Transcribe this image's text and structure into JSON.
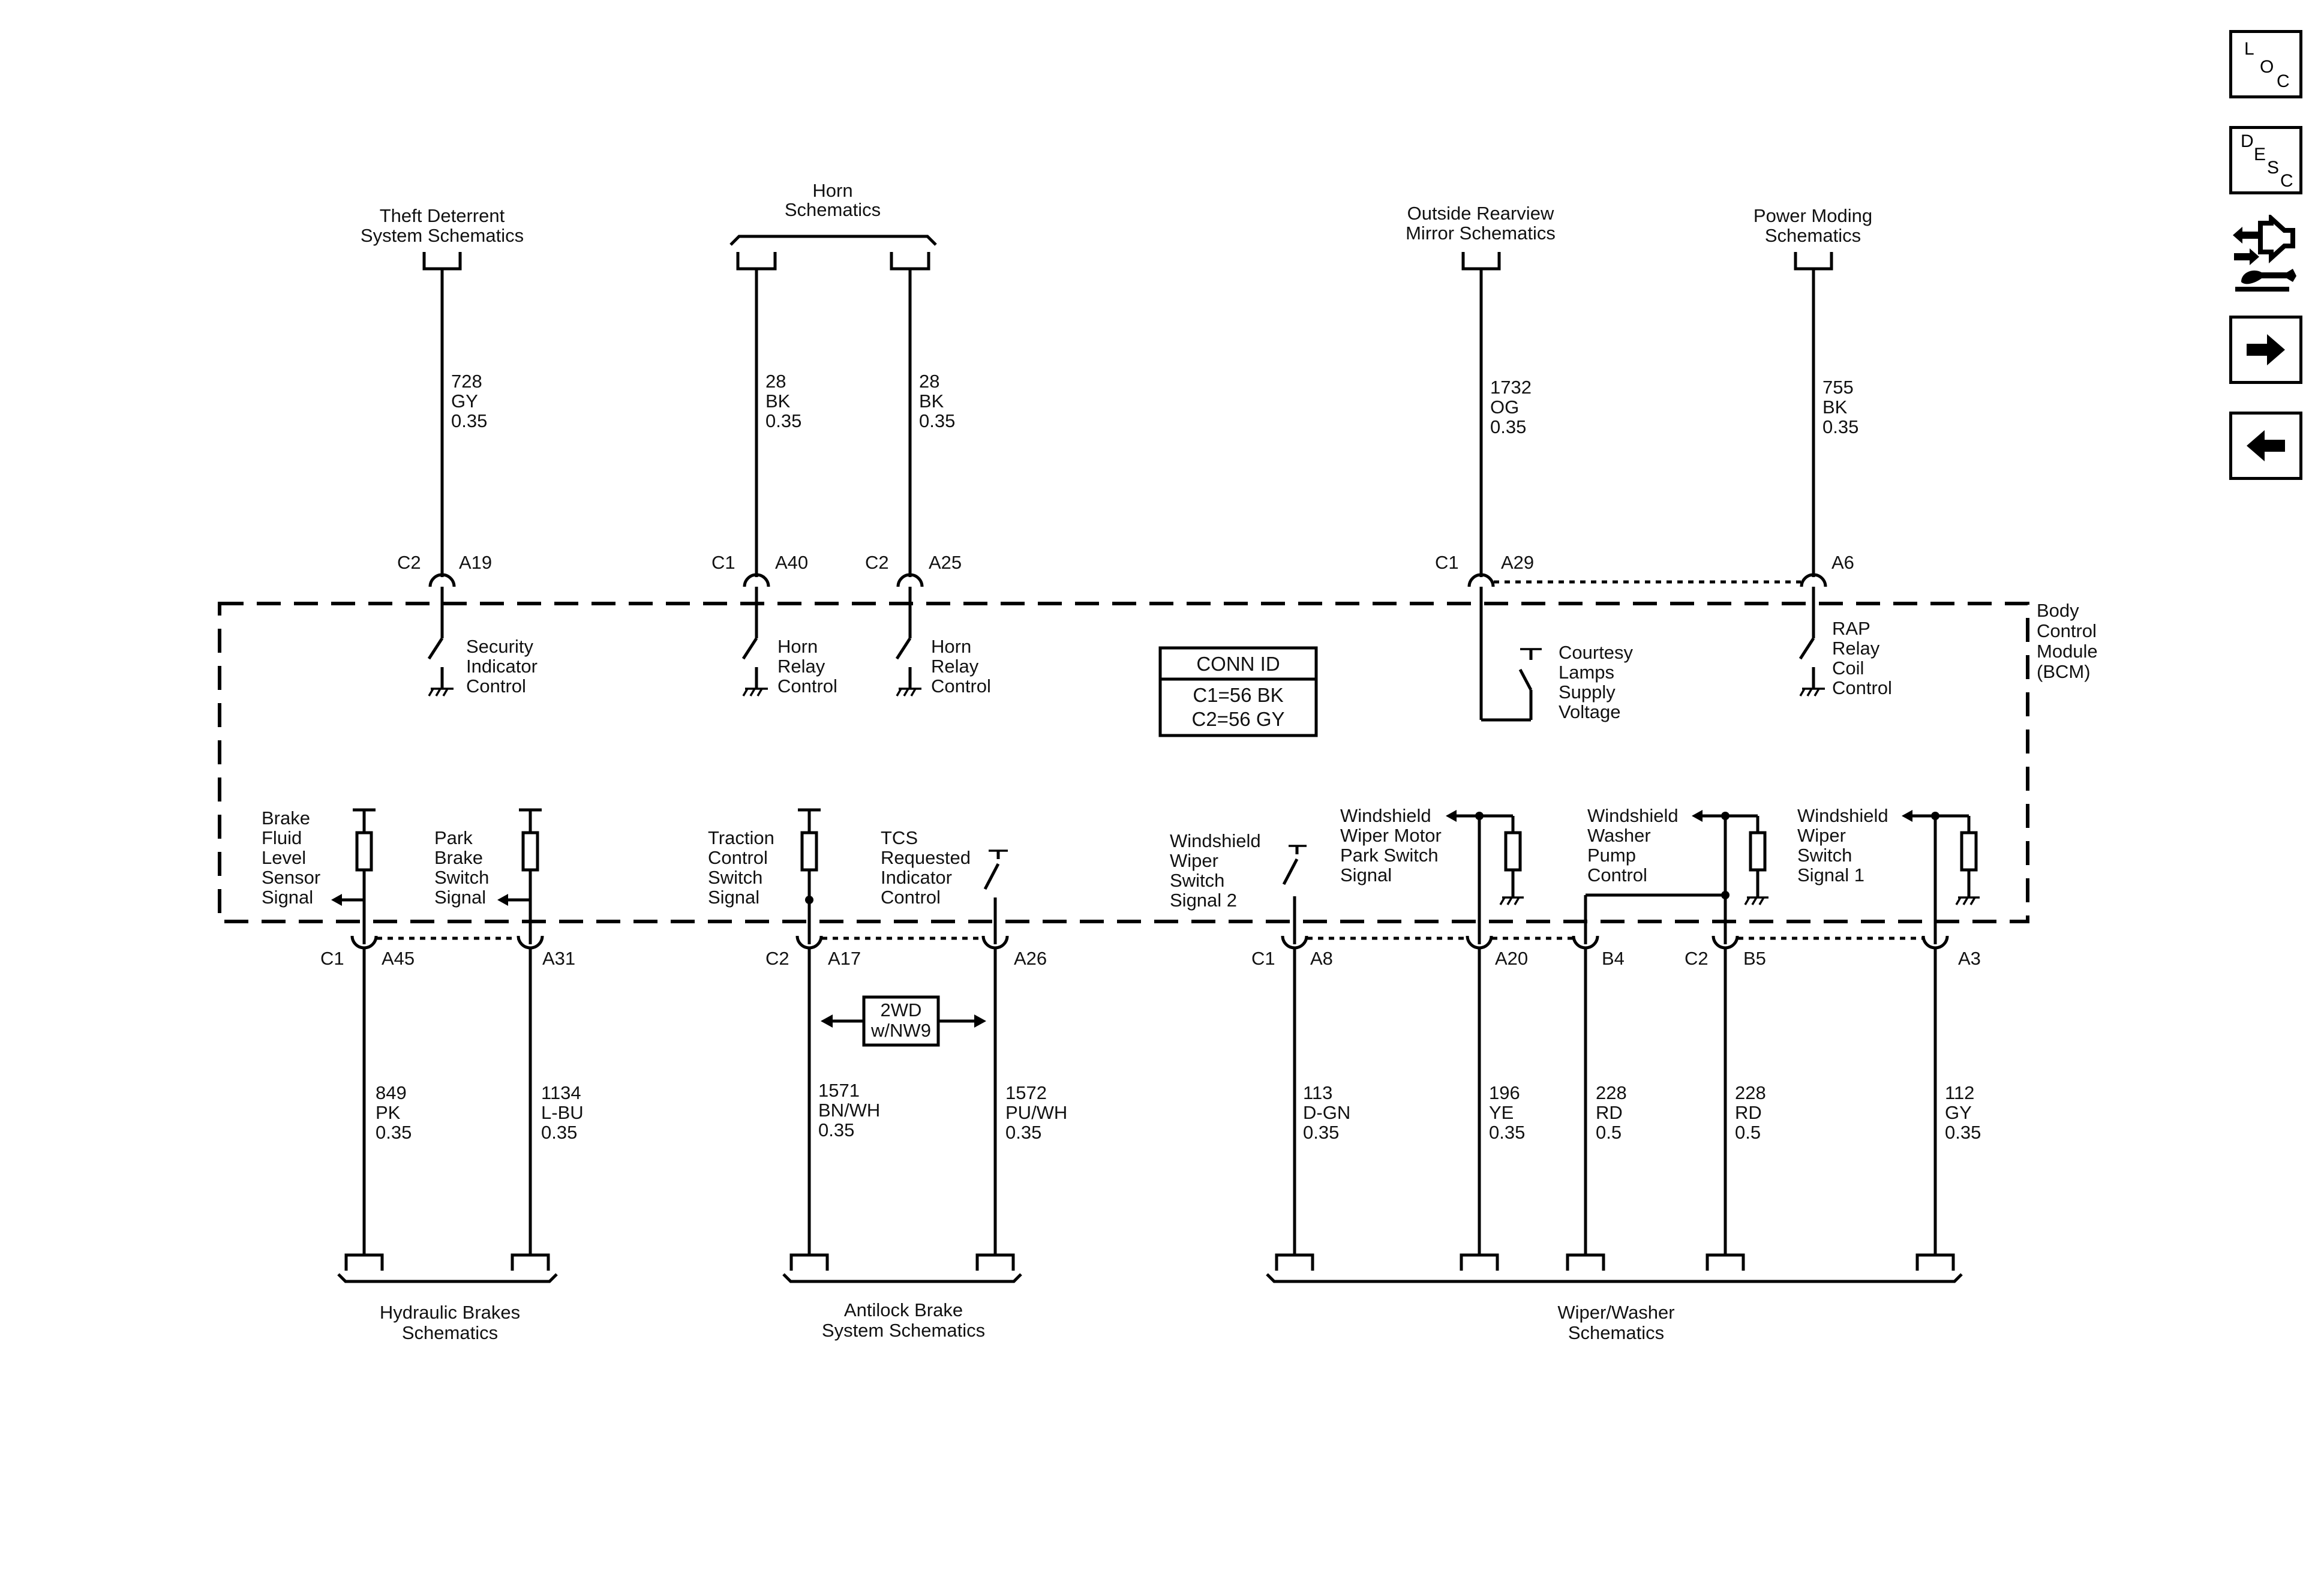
{
  "nav": {
    "loc": {
      "l1": "L",
      "l2": "O",
      "l3": "C"
    },
    "desc": {
      "l1": "D",
      "l2": "E",
      "l3": "S",
      "l4": "C"
    }
  },
  "module": {
    "line1": "Body",
    "line2": "Control",
    "line3": "Module",
    "line4": "(BCM)"
  },
  "conn_id": {
    "title": "CONN ID",
    "c1": "C1=56 BK",
    "c2": "C2=56 GY"
  },
  "option_box": {
    "line1": "2WD",
    "line2": "w/NW9"
  },
  "top_refs": [
    {
      "line1": "Theft Deterrent",
      "line2": "System Schematics"
    },
    {
      "line1": "Horn",
      "line2": "Schematics"
    },
    {
      "line1": "Outside Rearview",
      "line2": "Mirror Schematics"
    },
    {
      "line1": "Power Moding",
      "line2": "Schematics"
    }
  ],
  "bottom_refs": [
    {
      "line1": "Hydraulic Brakes",
      "line2": "Schematics"
    },
    {
      "line1": "Antilock Brake",
      "line2": "System Schematics"
    },
    {
      "line1": "Wiper/Washer",
      "line2": "Schematics"
    }
  ],
  "top_circuits": [
    {
      "id": "tc1",
      "num": "728",
      "color": "GY",
      "gauge": "0.35",
      "conn": "C2",
      "pin": "A19",
      "func": [
        "Security",
        "Indicator",
        "Control"
      ]
    },
    {
      "id": "tc2",
      "num": "28",
      "color": "BK",
      "gauge": "0.35",
      "conn": "C1",
      "pin": "A40",
      "func": [
        "Horn",
        "Relay",
        "Control"
      ]
    },
    {
      "id": "tc3",
      "num": "28",
      "color": "BK",
      "gauge": "0.35",
      "conn": "C2",
      "pin": "A25",
      "func": [
        "Horn",
        "Relay",
        "Control"
      ]
    },
    {
      "id": "tc4",
      "num": "1732",
      "color": "OG",
      "gauge": "0.35",
      "conn": "C1",
      "pin": "A29",
      "func": [
        "Courtesy",
        "Lamps",
        "Supply",
        "Voltage"
      ]
    },
    {
      "id": "tc5",
      "num": "755",
      "color": "BK",
      "gauge": "0.35",
      "conn": "",
      "pin": "A6",
      "func": [
        "RAP",
        "Relay",
        "Coil",
        "Control"
      ]
    }
  ],
  "bottom_circuits": [
    {
      "id": "bc1",
      "num": "849",
      "color": "PK",
      "gauge": "0.35",
      "conn": "C1",
      "pin": "A45",
      "func": [
        "Brake",
        "Fluid",
        "Level",
        "Sensor",
        "Signal"
      ]
    },
    {
      "id": "bc2",
      "num": "1134",
      "color": "L-BU",
      "gauge": "0.35",
      "conn": "",
      "pin": "A31",
      "func": [
        "Park",
        "Brake",
        "Switch",
        "Signal"
      ]
    },
    {
      "id": "bc3",
      "num": "1571",
      "color": "BN/WH",
      "gauge": "0.35",
      "conn": "C2",
      "pin": "A17",
      "func": [
        "Traction",
        "Control",
        "Switch",
        "Signal"
      ]
    },
    {
      "id": "bc4",
      "num": "1572",
      "color": "PU/WH",
      "gauge": "0.35",
      "conn": "",
      "pin": "A26",
      "func": [
        "TCS",
        "Requested",
        "Indicator",
        "Control"
      ]
    },
    {
      "id": "bc5",
      "num": "113",
      "color": "D-GN",
      "gauge": "0.35",
      "conn": "C1",
      "pin": "A8",
      "func": [
        "Windshield",
        "Wiper",
        "Switch",
        "Signal 2"
      ]
    },
    {
      "id": "bc6",
      "num": "196",
      "color": "YE",
      "gauge": "0.35",
      "conn": "",
      "pin": "A20",
      "func": [
        "Windshield",
        "Wiper Motor",
        "Park Switch",
        "Signal"
      ]
    },
    {
      "id": "bc7",
      "num": "228",
      "color": "RD",
      "gauge": "0.5",
      "conn": "",
      "pin": "B4",
      "func": [
        "Windshield",
        "Washer",
        "Pump",
        "Control"
      ]
    },
    {
      "id": "bc8",
      "num": "228",
      "color": "RD",
      "gauge": "0.5",
      "conn": "C2",
      "pin": "B5",
      "func": []
    },
    {
      "id": "bc9",
      "num": "112",
      "color": "GY",
      "gauge": "0.35",
      "conn": "",
      "pin": "A3",
      "func": [
        "Windshield",
        "Wiper",
        "Switch",
        "Signal 1"
      ]
    }
  ]
}
